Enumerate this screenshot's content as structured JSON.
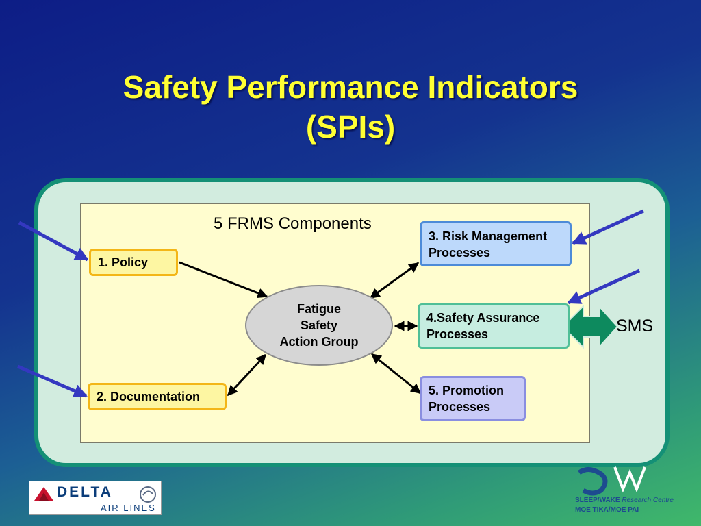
{
  "title": {
    "line1": "Safety Performance Indicators",
    "line2": "(SPIs)"
  },
  "diagram": {
    "heading": "5 FRMS Components",
    "center": {
      "line1": "Fatigue",
      "line2": "Safety",
      "line3": "Action Group"
    },
    "components": {
      "policy": "1. Policy",
      "documentation": "2. Documentation",
      "risk_line1": "3. Risk Management",
      "risk_line2": "Processes",
      "assurance_line1": "4.Safety Assurance",
      "assurance_line2": "Processes",
      "promotion_line1": "5. Promotion",
      "promotion_line2": "Processes"
    },
    "sms_label": "SMS"
  },
  "logos": {
    "delta_word": "DELTA",
    "delta_sub": "AIR LINES",
    "sleepwake_line1_bold": "SLEEP/WAKE",
    "sleepwake_line1_italic": "Research Centre",
    "sleepwake_line2": "MOE TIKA/MOE PAI"
  },
  "colors": {
    "title": "#ffff33",
    "panel_border": "#149076",
    "pointer_arrow": "#3438c0",
    "sms_arrow": "#0d8a5e"
  }
}
